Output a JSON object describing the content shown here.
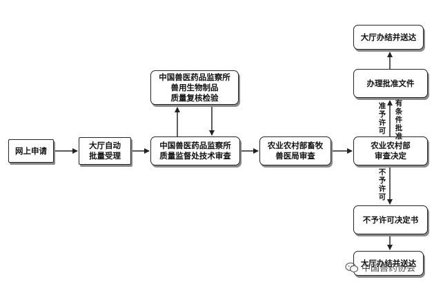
{
  "nodes": {
    "online_apply": [
      "网上申请"
    ],
    "hall_accept": [
      "大厅自动",
      "批量受理"
    ],
    "bio_recheck": [
      "中国兽医药品监察所",
      "兽用生物制品",
      "质量复核检验"
    ],
    "tech_review": [
      "中国兽医药品监察所",
      "质量监督处技术审查"
    ],
    "bureau_review": [
      "农业农村部畜牧",
      "兽医局审查"
    ],
    "ministry_decision": [
      "农业农村部",
      "审查决定"
    ],
    "approval_doc": [
      "办理批准文件"
    ],
    "hall_deliver": [
      "大厅办结并送达"
    ],
    "deny_doc": [
      "不予许可决定书"
    ],
    "hall_deliver_bottom": [
      "大厅办结并送达"
    ]
  },
  "edge_labels": {
    "approve_label": [
      "准",
      "予",
      "许",
      "可"
    ],
    "conditional_label": [
      "有",
      "条",
      "件",
      "批",
      "准"
    ],
    "deny_label": [
      "不",
      "予",
      "许",
      "可"
    ]
  },
  "watermark": {
    "text": "中国兽药协会",
    "icon": "wechat-icon"
  },
  "colors": {
    "line": "#222222",
    "shadow": "#8a8a8a"
  }
}
